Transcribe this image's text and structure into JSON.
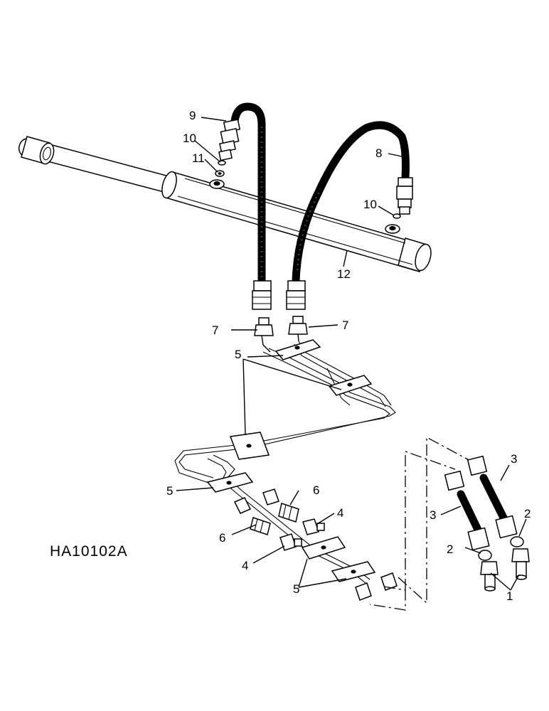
{
  "figure_code": "HA10102A",
  "callouts": {
    "c1": "1",
    "c2a": "2",
    "c2b": "2",
    "c3a": "3",
    "c3b": "3",
    "c4a": "4",
    "c4b": "4",
    "c5a": "5",
    "c5b": "5",
    "c5c": "5",
    "c6a": "6",
    "c6b": "6",
    "c7a": "7",
    "c7b": "7",
    "c8": "8",
    "c9": "9",
    "c10a": "10",
    "c10b": "10",
    "c11": "11",
    "c12": "12"
  }
}
